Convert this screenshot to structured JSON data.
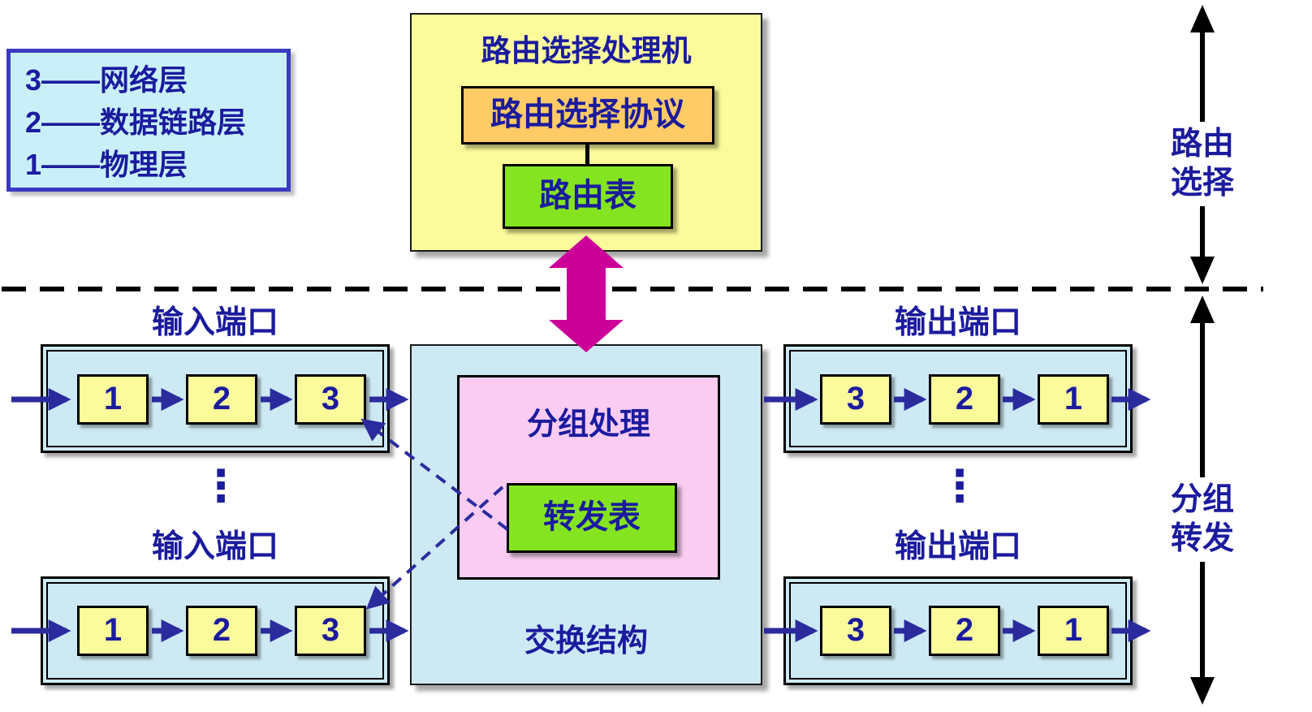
{
  "legend": {
    "items": [
      "3——网络层",
      "2——数据链路层",
      "1——物理层"
    ]
  },
  "routing_processor": {
    "title": "路由选择处理机",
    "protocol_label": "路由选择协议",
    "routing_table_label": "路由表"
  },
  "switching_fabric": {
    "packet_processing_label": "分组处理",
    "forwarding_table_label": "转发表",
    "fabric_label": "交换结构"
  },
  "ports": {
    "input_label": "输入端口",
    "output_label": "输出端口",
    "input_layers": [
      "1",
      "2",
      "3"
    ],
    "output_layers": [
      "3",
      "2",
      "1"
    ]
  },
  "side_labels": {
    "routing": [
      "路由",
      "选择"
    ],
    "forwarding": [
      "分组",
      "转发"
    ]
  },
  "icons": {
    "vertical_ellipsis": "⋮"
  },
  "colors": {
    "text_navy": "#1B1B9E",
    "arrow_navy": "#2B2B9E",
    "magenta_arrow": "#CC0099",
    "processor_yellow": "#FBFB9B",
    "protocol_orange": "#FFCB66",
    "table_green": "#85E420",
    "panel_light_blue": "#CDE9F3",
    "packet_processing_pink": "#FACCF2",
    "legend_cyan": "#C9F0F8",
    "legend_border_blue": "#3A3AC0"
  }
}
